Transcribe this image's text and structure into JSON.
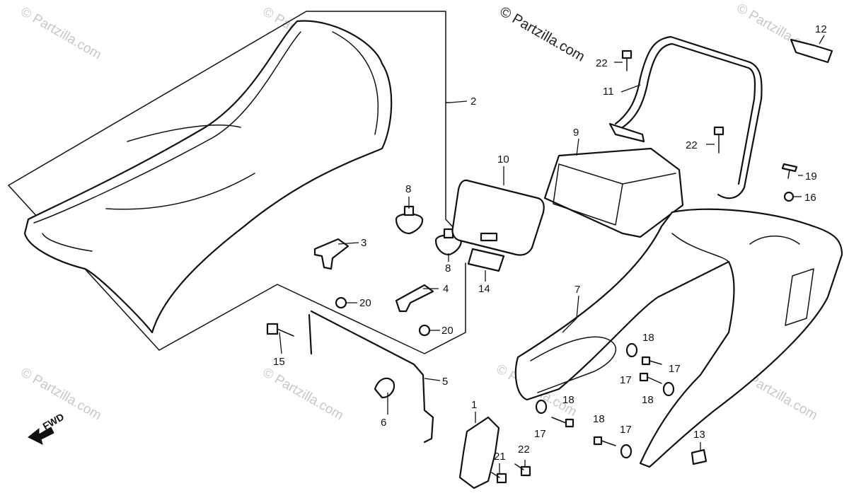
{
  "watermarks": {
    "main": "© Partzilla.com",
    "faint": "© Partzilla.com"
  },
  "direction_label": "FWD",
  "callouts": {
    "c1": "1",
    "c2": "2",
    "c3": "3",
    "c4": "4",
    "c5": "5",
    "c6": "6",
    "c7": "7",
    "c8a": "8",
    "c8b": "8",
    "c9": "9",
    "c10": "10",
    "c11": "11",
    "c12": "12",
    "c13": "13",
    "c14": "14",
    "c15": "15",
    "c16": "16",
    "c17a": "17",
    "c17b": "17",
    "c17c": "17",
    "c17d": "17",
    "c18a": "18",
    "c18b": "18",
    "c18c": "18",
    "c18d": "18",
    "c19": "19",
    "c20a": "20",
    "c20b": "20",
    "c21": "21",
    "c22a": "22",
    "c22b": "22",
    "c22c": "22"
  },
  "colors": {
    "line": "#111111",
    "watermark": "#c8c8c8"
  }
}
